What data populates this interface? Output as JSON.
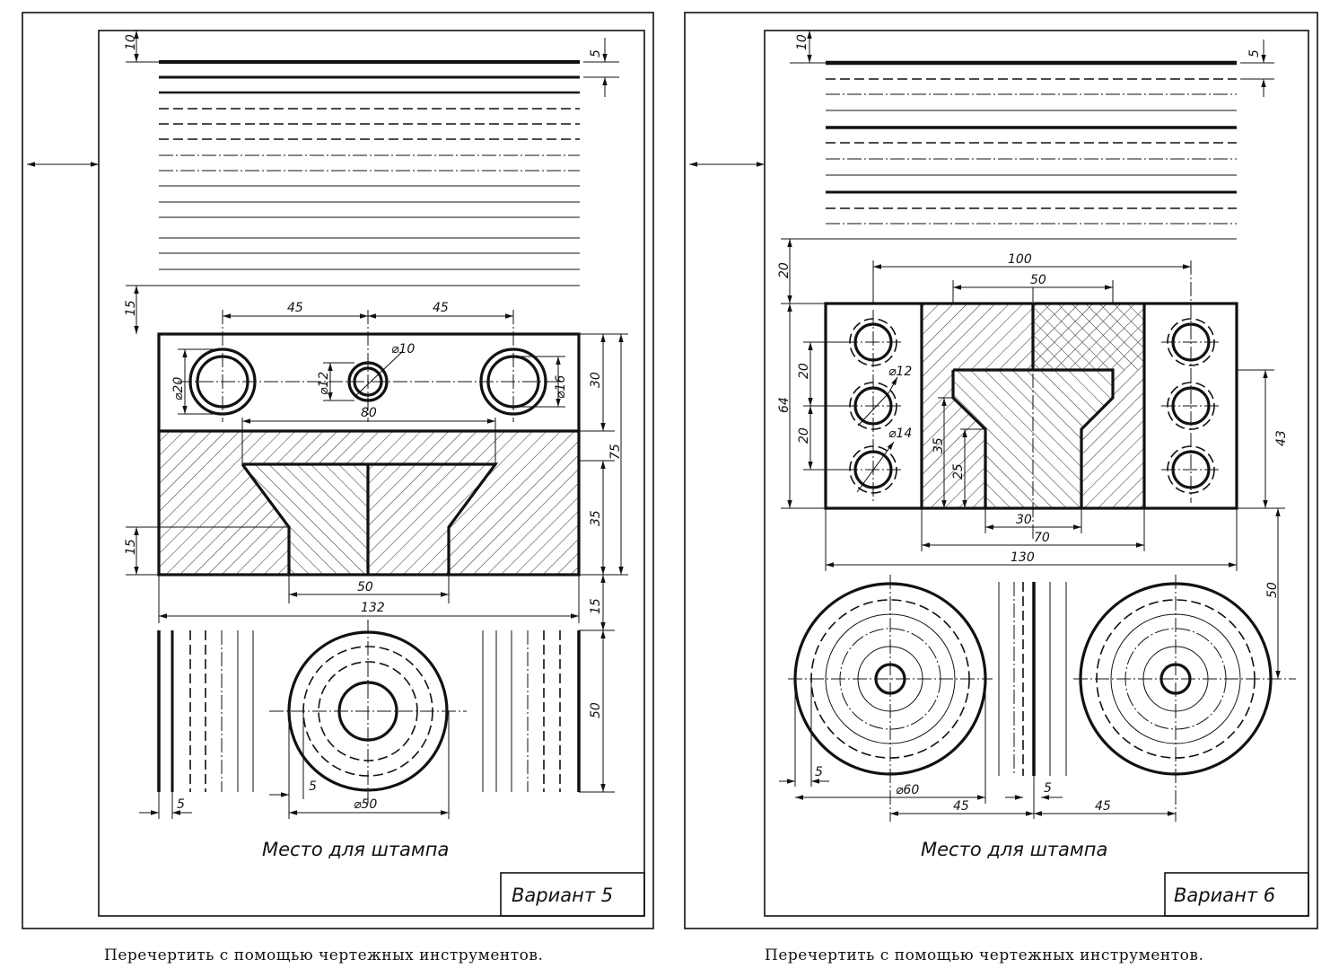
{
  "variant5": {
    "stamp_label": "Место для штампа",
    "variant_label": "Вариант 5",
    "caption": "Перечертить с помощью чертежных инструментов.",
    "dims": {
      "d10": "10",
      "d5_top": "5",
      "d15_side": "15",
      "d45_left": "45",
      "d45_right": "45",
      "dia10": "⌀10",
      "dia12": "⌀12",
      "dia20": "⌀20",
      "dia16": "⌀16",
      "d80": "80",
      "d30": "30",
      "d75": "75",
      "d35": "35",
      "d15_low": "15",
      "d50_bottom": "50",
      "d132": "132",
      "d15_gap": "15",
      "d50_side": "50",
      "d5_lines": "5",
      "d5_circle": "5",
      "dia50": "⌀50"
    }
  },
  "variant6": {
    "stamp_label": "Место для штампа",
    "variant_label": "Вариант 6",
    "caption": "Перечертить с помощью чертежных инструментов.",
    "dims": {
      "d10": "10",
      "d5_top": "5",
      "d20_top": "20",
      "d100": "100",
      "d50_top": "50",
      "dia12": "⌀12",
      "dia14": "⌀14",
      "d20_a": "20",
      "d20_b": "20",
      "d64": "64",
      "d35": "35",
      "d25": "25",
      "d43": "43",
      "d30": "30",
      "d70": "70",
      "d130": "130",
      "d50_side": "50",
      "d5_left": "5",
      "dia60": "⌀60",
      "d5_mid": "5",
      "d45_a": "45",
      "d45_b": "45"
    }
  }
}
